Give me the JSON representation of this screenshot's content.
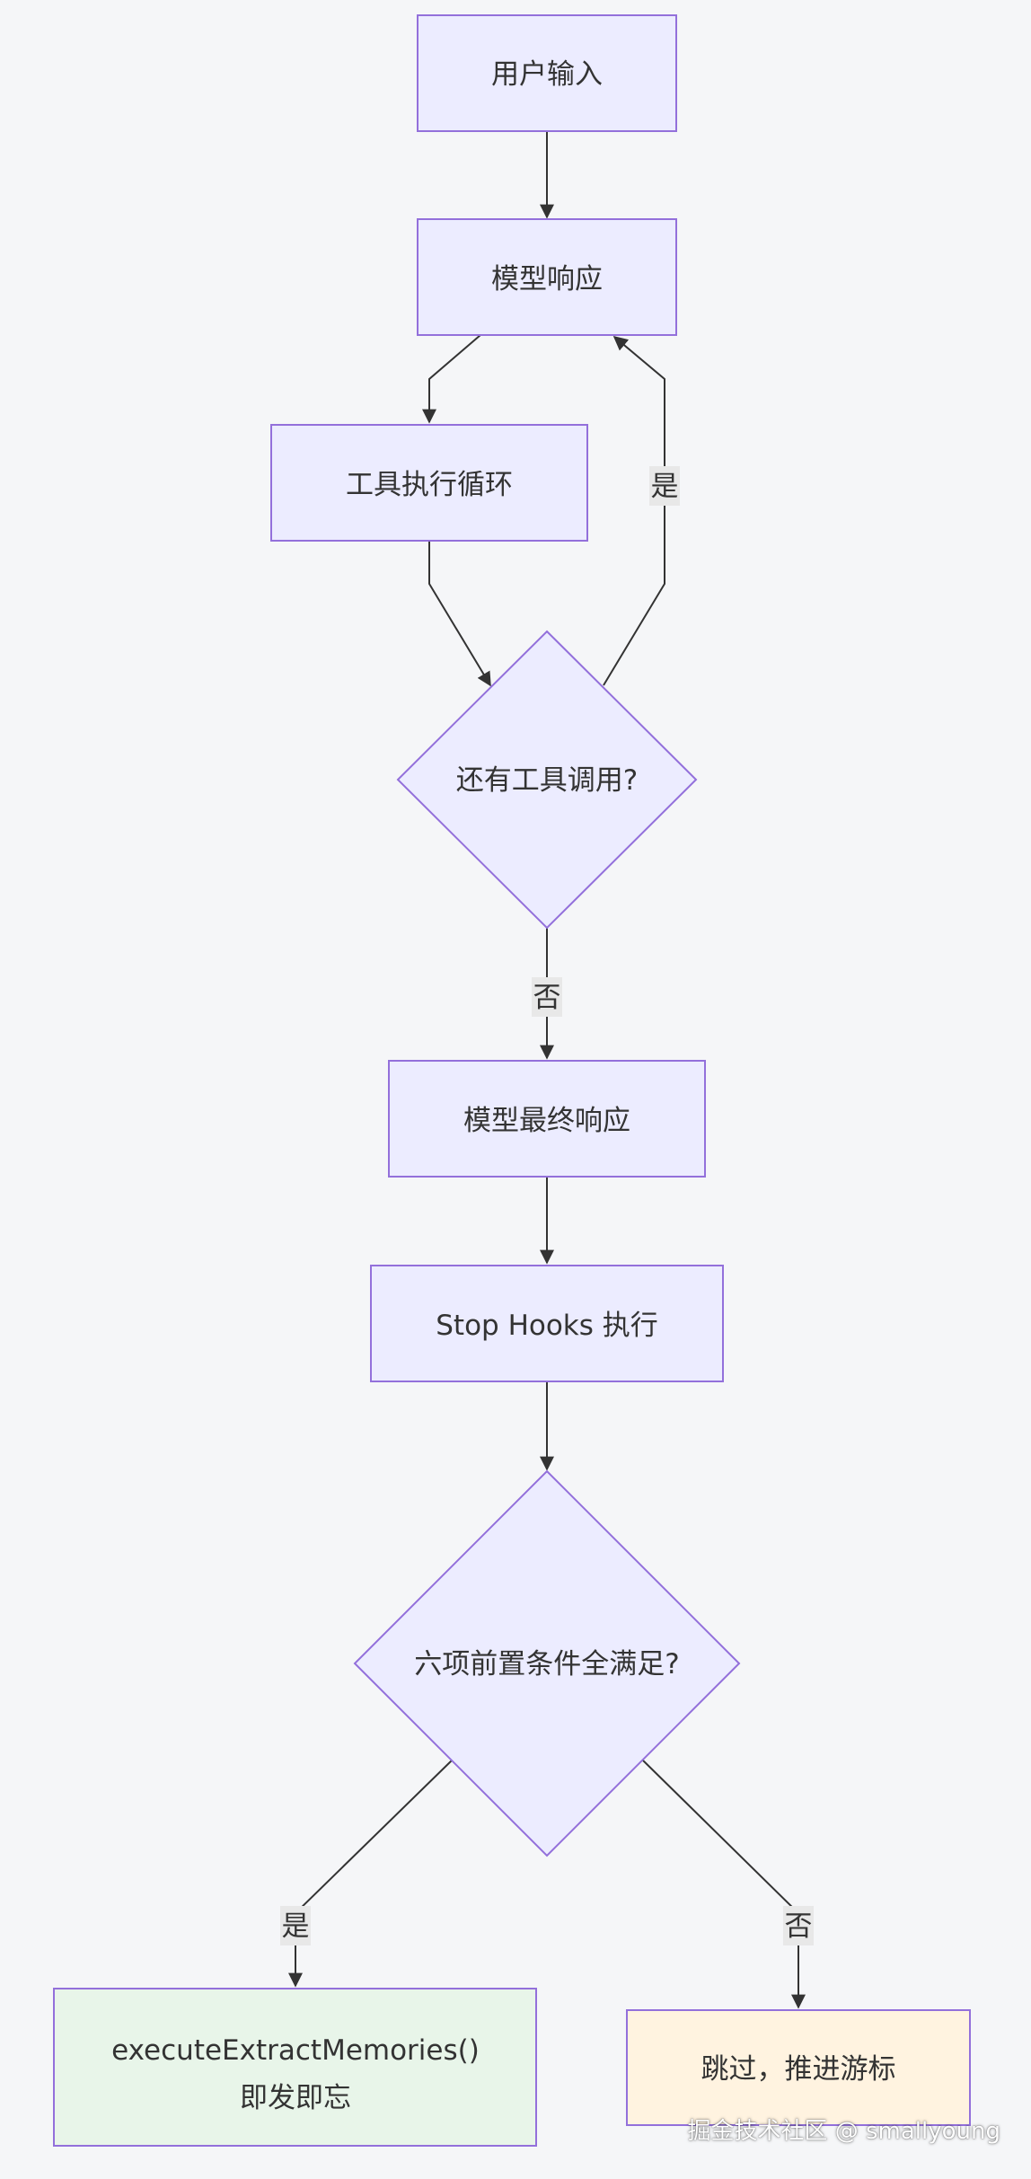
{
  "nodes": {
    "user_input": "用户输入",
    "model_response": "模型响应",
    "tool_loop": "工具执行循环",
    "has_tool_call": "还有工具调用?",
    "final_response": "模型最终响应",
    "stop_hooks": "Stop Hooks 执行",
    "six_conditions": "六项前置条件全满足?",
    "extract_memories_line1": "executeExtractMemories()",
    "extract_memories_line2": "即发即忘",
    "skip_advance": "跳过，推进游标"
  },
  "edge_labels": {
    "loop_yes": "是",
    "loop_no": "否",
    "cond_yes": "是",
    "cond_no": "否"
  },
  "watermark": "掘金技术社区 @ smallyoung",
  "colors": {
    "node_fill": "#ececff",
    "node_stroke": "#9370db",
    "success_fill": "#e8f5e9",
    "warn_fill": "#fff3e0",
    "edge": "#333333",
    "label_bg": "#e8e8e8"
  }
}
